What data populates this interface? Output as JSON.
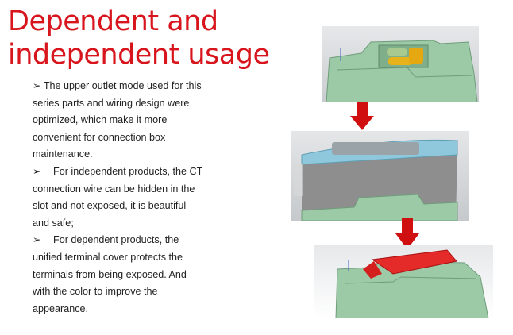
{
  "title": {
    "line1": "Dependent and",
    "line2": "independent usage"
  },
  "bullets": [
    {
      "marker": "➢",
      "text": " The upper outlet mode used for this series parts and wiring design were optimized, which make it more convenient for connection box maintenance."
    },
    {
      "marker": "➢",
      "text": "For independent products, the CT connection wire can be hidden in the slot and not exposed, it is beautiful and safe;"
    },
    {
      "marker": "➢",
      "text": "For dependent products, the unified terminal cover protects the terminals from being exposed. And with the color to improve the appearance."
    }
  ],
  "colors": {
    "title": "#d8141c",
    "housing": "#9cc9a6",
    "lid": "#8fc8dc",
    "cover": "#e52a2a",
    "arrow": "#d01010"
  }
}
